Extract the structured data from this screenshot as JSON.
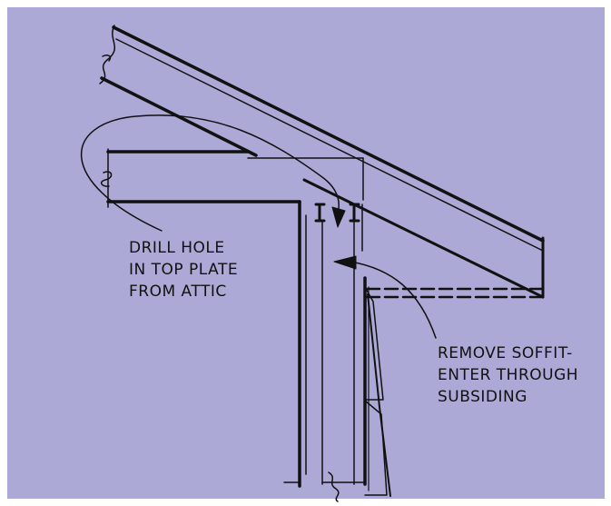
{
  "colors": {
    "background": "#aca9d6",
    "ink": "#111111",
    "frame": "#ffffff"
  },
  "annotations": {
    "drill": {
      "line1": "DRILL HOLE",
      "line2": "IN TOP PLATE",
      "line3": "FROM ATTIC"
    },
    "soffit": {
      "line1": "REMOVE SOFFIT-",
      "line2": "ENTER THROUGH",
      "line3": "SUBSIDING"
    }
  }
}
